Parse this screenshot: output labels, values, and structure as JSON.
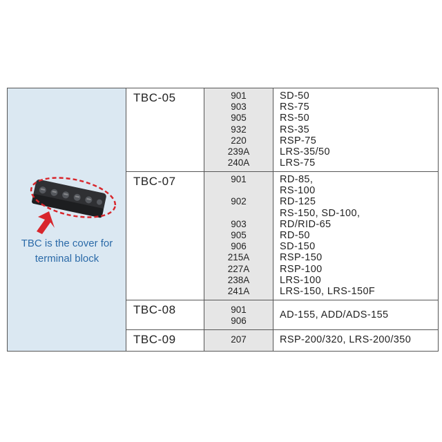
{
  "caption": [
    "TBC is the cover for",
    "terminal block"
  ],
  "rows": [
    {
      "model": "TBC-05",
      "codes": [
        "901",
        "903",
        "905",
        "932",
        "220",
        "239A",
        "240A"
      ],
      "units": [
        "SD-50",
        "RS-75",
        "RS-50",
        "RS-35",
        "RSP-75",
        "LRS-35/50",
        "LRS-75"
      ]
    },
    {
      "model": "TBC-07",
      "codes": [
        "901",
        "",
        "902",
        "",
        "903",
        "905",
        "906",
        "215A",
        "227A",
        "238A",
        "241A"
      ],
      "units": [
        "RD-85,",
        "RS-100",
        "RD-125",
        "RS-150, SD-100,",
        "RD/RID-65",
        "RD-50",
        "SD-150",
        "RSP-150",
        "RSP-100",
        "LRS-100",
        "LRS-150, LRS-150F"
      ]
    },
    {
      "model": "TBC-08",
      "codes": [
        "",
        "901",
        "906"
      ],
      "units": [
        "",
        "AD-155, ADD/ADS-155",
        ""
      ]
    },
    {
      "model": "TBC-09",
      "codes": [
        "207"
      ],
      "units": [
        "RSP-200/320, LRS-200/350"
      ]
    }
  ],
  "colors": {
    "left_bg": "#dbe8f2",
    "code_bg": "#e6e6e6",
    "caption": "#2b6aa8",
    "arrow": "#d8262c"
  }
}
